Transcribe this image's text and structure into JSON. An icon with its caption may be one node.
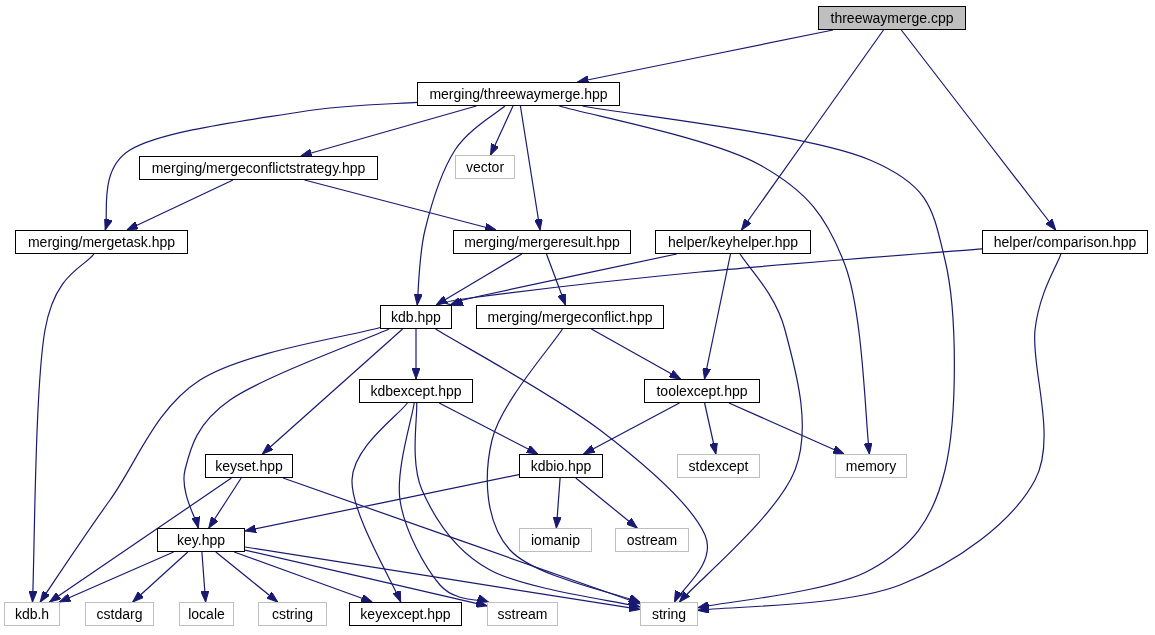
{
  "diagram": {
    "nodes": [
      {
        "text": [
          "threewaymerge.cpp"
        ]
      },
      {
        "text": [
          "merging/threewaymerge.hpp"
        ]
      },
      {
        "text": [
          "merging/mergeconflictstrategy.hpp"
        ]
      },
      {
        "text": [
          "vector"
        ]
      },
      {
        "text": [
          "merging/mergetask.hpp"
        ]
      },
      {
        "text": [
          "merging/mergeresult.hpp"
        ]
      },
      {
        "text": [
          "helper/keyhelper.hpp"
        ]
      },
      {
        "text": [
          "helper/comparison.hpp"
        ]
      },
      {
        "text": [
          "kdb.hpp"
        ]
      },
      {
        "text": [
          "merging/mergeconflict.hpp"
        ]
      },
      {
        "text": [
          "kdbexcept.hpp"
        ]
      },
      {
        "text": [
          "toolexcept.hpp"
        ]
      },
      {
        "text": [
          "keyset.hpp"
        ]
      },
      {
        "text": [
          "kdbio.hpp"
        ]
      },
      {
        "text": [
          "stdexcept"
        ]
      },
      {
        "text": [
          "memory"
        ]
      },
      {
        "text": [
          "iomanip"
        ]
      },
      {
        "text": [
          "ostream"
        ]
      },
      {
        "text": [
          "key.hpp"
        ]
      },
      {
        "text": [
          "kdb.h"
        ]
      },
      {
        "text": [
          "cstdarg"
        ]
      },
      {
        "text": [
          "locale"
        ]
      },
      {
        "text": [
          "cstring"
        ]
      },
      {
        "text": [
          "keyexcept.hpp"
        ]
      },
      {
        "text": [
          "sstream"
        ]
      },
      {
        "text": [
          "string"
        ]
      }
    ],
    "edges": [
      {
        "from": 0,
        "to": 1,
        "arrow": "to"
      },
      {
        "from": 0,
        "to": 6,
        "arrow": "to"
      },
      {
        "from": 0,
        "to": 7,
        "arrow": "to"
      },
      {
        "from": 1,
        "to": 4,
        "arrow": "to"
      },
      {
        "from": 1,
        "to": 2,
        "arrow": "to"
      },
      {
        "from": 1,
        "to": 8,
        "arrow": "to"
      },
      {
        "from": 1,
        "to": 3,
        "arrow": "to"
      },
      {
        "from": 1,
        "to": 5,
        "arrow": "to"
      },
      {
        "from": 1,
        "to": 15,
        "arrow": "to"
      },
      {
        "from": 1,
        "to": 25,
        "arrow": "to"
      },
      {
        "from": 2,
        "to": 4,
        "arrow": "to"
      },
      {
        "from": 2,
        "to": 5,
        "arrow": "to"
      },
      {
        "from": 4,
        "to": 19,
        "arrow": "to"
      },
      {
        "from": 5,
        "to": 8,
        "arrow": "to"
      },
      {
        "from": 5,
        "to": 9,
        "arrow": "to"
      },
      {
        "from": 6,
        "to": 8,
        "arrow": "to"
      },
      {
        "from": 6,
        "to": 11,
        "arrow": "to"
      },
      {
        "from": 6,
        "to": 25,
        "arrow": "to"
      },
      {
        "from": 7,
        "to": 8,
        "arrow": "to"
      },
      {
        "from": 7,
        "to": 25,
        "arrow": "to"
      },
      {
        "from": 8,
        "to": 19,
        "arrow": "to"
      },
      {
        "from": 8,
        "to": 18,
        "arrow": "to"
      },
      {
        "from": 8,
        "to": 12,
        "arrow": "to"
      },
      {
        "from": 8,
        "to": 10,
        "arrow": "to"
      },
      {
        "from": 8,
        "to": 25,
        "arrow": "to"
      },
      {
        "from": 9,
        "to": 25,
        "arrow": "to"
      },
      {
        "from": 9,
        "to": 11,
        "arrow": "to"
      },
      {
        "from": 10,
        "to": 13,
        "arrow": "to"
      },
      {
        "from": 10,
        "to": 23,
        "arrow": "to"
      },
      {
        "from": 10,
        "to": 24,
        "arrow": "to"
      },
      {
        "from": 10,
        "to": 25,
        "arrow": "to"
      },
      {
        "from": 11,
        "to": 13,
        "arrow": "to"
      },
      {
        "from": 11,
        "to": 14,
        "arrow": "to"
      },
      {
        "from": 11,
        "to": 15,
        "arrow": "to"
      },
      {
        "from": 12,
        "to": 18,
        "arrow": "to"
      },
      {
        "from": 12,
        "to": 19,
        "arrow": "to"
      },
      {
        "from": 12,
        "to": 25,
        "arrow": "to"
      },
      {
        "from": 13,
        "to": 18,
        "arrow": "to"
      },
      {
        "from": 13,
        "to": 16,
        "arrow": "to"
      },
      {
        "from": 13,
        "to": 17,
        "arrow": "to"
      },
      {
        "from": 18,
        "to": 19,
        "arrow": "to"
      },
      {
        "from": 18,
        "to": 20,
        "arrow": "to"
      },
      {
        "from": 18,
        "to": 21,
        "arrow": "to"
      },
      {
        "from": 18,
        "to": 22,
        "arrow": "to"
      },
      {
        "from": 18,
        "to": 23,
        "arrow": "to"
      },
      {
        "from": 18,
        "to": 24,
        "arrow": "to"
      },
      {
        "from": 18,
        "to": 25,
        "arrow": "to"
      }
    ]
  }
}
